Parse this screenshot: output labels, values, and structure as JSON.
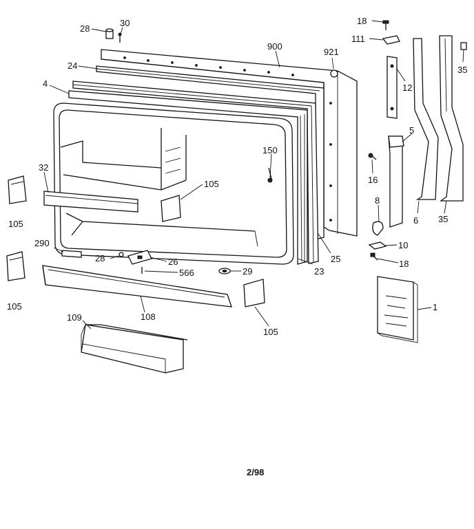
{
  "diagram": {
    "footer_code": "2/98",
    "callouts": {
      "c28_top": "28",
      "c30": "30",
      "c900": "900",
      "c921": "921",
      "c24": "24",
      "c4": "4",
      "c18_top": "18",
      "c111": "111",
      "c35_top": "35",
      "c12": "12",
      "c5": "5",
      "c16": "16",
      "c8": "8",
      "c6": "6",
      "c35_bottom": "35",
      "c10": "10",
      "c18_bottom": "18",
      "c150": "150",
      "c105_center": "105",
      "c32": "32",
      "c105_left_top": "105",
      "c105_left_bottom": "105",
      "c290": "290",
      "c28_bottom": "28",
      "c26": "26",
      "c566": "566",
      "c29": "29",
      "c23": "23",
      "c25": "25",
      "c108": "108",
      "c105_right_bottom": "105",
      "c109": "109",
      "c1": "1"
    }
  }
}
